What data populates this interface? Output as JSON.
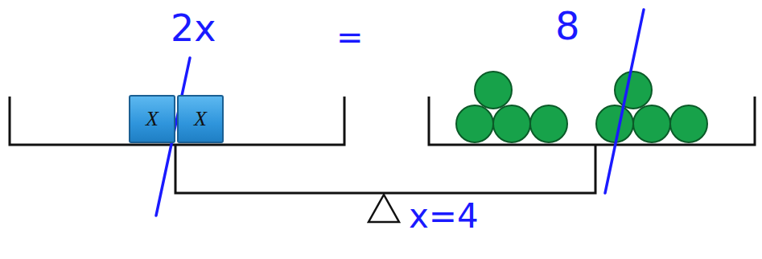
{
  "diagram": {
    "nodes": [
      {
        "text": [
          "X"
        ]
      },
      {
        "text": [
          "X"
        ]
      }
    ],
    "labels": [
      "2x",
      "=",
      "8",
      "x=4"
    ]
  }
}
